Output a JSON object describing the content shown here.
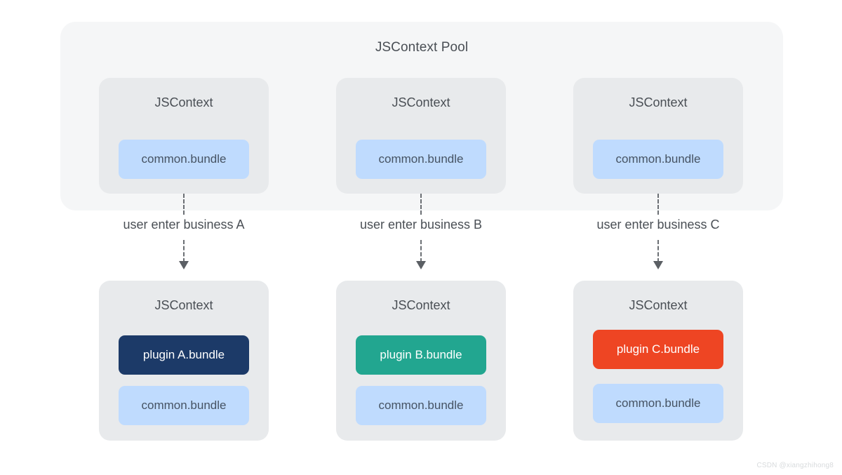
{
  "diagram": {
    "title": "JSContext Pool",
    "pool": {
      "label": "JSContext Pool",
      "contexts": [
        {
          "label": "JSContext",
          "bundles": [
            {
              "label": "common.bundle",
              "kind": "common",
              "color": "#BFDBFE"
            }
          ]
        },
        {
          "label": "JSContext",
          "bundles": [
            {
              "label": "common.bundle",
              "kind": "common",
              "color": "#BFDBFE"
            }
          ]
        },
        {
          "label": "JSContext",
          "bundles": [
            {
              "label": "common.bundle",
              "kind": "common",
              "color": "#BFDBFE"
            }
          ]
        }
      ]
    },
    "connectors": [
      {
        "label": "user enter business A",
        "style": "dashed-arrow-down"
      },
      {
        "label": "user enter business B",
        "style": "dashed-arrow-down"
      },
      {
        "label": "user enter business C",
        "style": "dashed-arrow-down"
      }
    ],
    "result_contexts": [
      {
        "label": "JSContext",
        "plugin": {
          "label": "plugin A.bundle",
          "color": "#1C3A68",
          "text_color": "#FFFFFF"
        },
        "common": {
          "label": "common.bundle",
          "color": "#BFDBFE",
          "text_color": "#465363"
        }
      },
      {
        "label": "JSContext",
        "plugin": {
          "label": "plugin B.bundle",
          "color": "#22A690",
          "text_color": "#FFFFFF"
        },
        "common": {
          "label": "common.bundle",
          "color": "#BFDBFE",
          "text_color": "#465363"
        }
      },
      {
        "label": "JSContext",
        "plugin": {
          "label": "plugin C.bundle",
          "color": "#EE4523",
          "text_color": "#FFFFFF"
        },
        "common": {
          "label": "common.bundle",
          "color": "#BFDBFE",
          "text_color": "#465363"
        }
      }
    ],
    "colors": {
      "background": "#FFFFFF",
      "pool_fill": "#F5F6F7",
      "context_fill": "#E8EAEC",
      "text": "#4A4F55",
      "arrow": "#5B5F64"
    }
  },
  "watermark": {
    "text": "CSDN @xiangzhihong8"
  }
}
